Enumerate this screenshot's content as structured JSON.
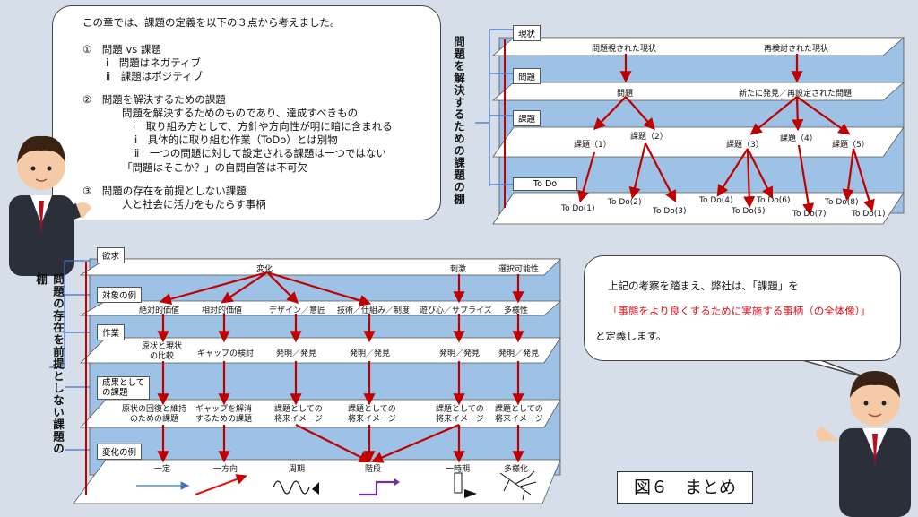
{
  "bubble_top": {
    "lines": [
      "この章では、課題の定義を以下の３点から考えました。",
      "①　問題 vs 課題",
      "ⅰ　問題はネガティブ",
      "ⅱ　課題はポジティブ",
      "②　問題を解決するための課題",
      "問題を解決するためのものであり、達成すべきもの",
      "ⅰ　取り組み方として、方針や方向性が明に暗に含まれる",
      "ⅱ　具体的に取り組む作業（ToDo）とは別物",
      "ⅲ　一つの問題に対して設定される課題は一つではない",
      "「問題はそこか？」の自問自答は不可欠",
      "③　問題の存在を前提としない課題",
      "人と社会に活力をもたらす事柄"
    ]
  },
  "right_diagram": {
    "vertical_title": "問題を解決するための課題の棚",
    "tags": [
      "現状",
      "問題",
      "課題",
      "To Do"
    ],
    "nodes": {
      "genjo1": "問題視された現状",
      "genjo2": "再検討された現状",
      "mondai1": "問題",
      "mondai2": "新たに発見／再設定された問題",
      "k1": "課題（1）",
      "k2": "課題（2）",
      "k3": "課題（3）",
      "k4": "課題（4）",
      "k5": "課題（5）"
    },
    "todos": [
      "To Do(1)",
      "To Do(2)",
      "To Do(3)",
      "To Do(4)",
      "To Do(6)",
      "To Do(5)",
      "To Do(7)",
      "To Do(8)",
      "To Do(1)"
    ]
  },
  "left_diagram": {
    "vertical_title": "問題の存在を前提としない課題の棚",
    "tags": [
      "欲求",
      "対象の例",
      "作業",
      "成果として\nの課題",
      "変化の例"
    ],
    "row1": [
      "変化",
      "刺激",
      "選択可能性"
    ],
    "row2": [
      "絶対的価値",
      "相対的価値",
      "デザイン／意匠",
      "技術／仕組み／制度",
      "遊び心／サプライズ",
      "多様性"
    ],
    "row3": [
      "原状と現状\nの比較",
      "ギャップの検討",
      "発明／発見",
      "発明／発見",
      "発明／発見",
      "発明／発見"
    ],
    "row4": [
      "原状の回復と維持\nのための課題",
      "ギャップを解消\nするための課題",
      "課題としての\n将来イメージ",
      "課題としての\n将来イメージ",
      "課題としての\n将来イメージ",
      "課題としての\n将来イメージ"
    ],
    "row5": [
      "一定",
      "一方向",
      "周期",
      "階段",
      "一時期",
      "多様化"
    ]
  },
  "bubble_right": {
    "line1": "上記の考察を踏まえ、弊社は、「課題」を",
    "line2": "「事態をより良くするために実施する事柄（の全体像）」",
    "line3": "と定義します。",
    "highlight_color": "#e0101a"
  },
  "figure_label": "図６　まとめ",
  "colors": {
    "arrow": "#c00000",
    "shelf": "#9ec2e6",
    "blue_line": "#4472c4"
  }
}
